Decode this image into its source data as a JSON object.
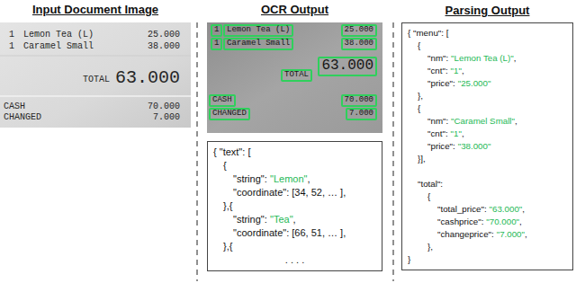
{
  "diagram": {
    "nodes": [
      {
        "text": [
          "Input Document Image",
          "1",
          "Lemon Tea (L)",
          "25.000",
          "1",
          "Caramel Small",
          "38.000",
          "TOTAL",
          "63.000",
          "CASH",
          "70.000",
          "CHANGED",
          "7.000"
        ]
      },
      {
        "text": [
          "OCR Output"
        ]
      },
      {
        "text": [
          "1"
        ],
        "in": 1
      },
      {
        "text": [
          "Lemon Tea (L)"
        ],
        "in": 1
      },
      {
        "text": [
          "25.000"
        ],
        "in": 1
      },
      {
        "text": [
          "1"
        ],
        "in": 1
      },
      {
        "text": [
          "Caramel Small"
        ],
        "in": 1
      },
      {
        "text": [
          "38.000"
        ],
        "in": 1
      },
      {
        "text": [
          "TOTAL"
        ],
        "in": 1
      },
      {
        "text": [
          "63.000"
        ],
        "in": 1
      },
      {
        "text": [
          "CASH"
        ],
        "in": 1
      },
      {
        "text": [
          "70.000"
        ],
        "in": 1
      },
      {
        "text": [
          "CHANGED"
        ],
        "in": 1
      },
      {
        "text": [
          "7.000"
        ],
        "in": 1
      },
      {
        "text": [
          "{ \"text\": [",
          "{",
          "\"string\":",
          "\"Lemon\"",
          ",",
          "\"coordinate\": [34, 52, … ],",
          "},{",
          "\"string\":",
          "\"Tea\"",
          ",",
          "\"coordinate\": [66, 51, … ],",
          "},{",
          ". . . ."
        ]
      },
      {
        "text": [
          "Parsing Output",
          "{ \"menu\": [",
          "{",
          "\"nm\":",
          "\"Lemon Tea (L)\"",
          ",",
          "\"cnt\":",
          "\"1\"",
          ",",
          "\"price\":",
          "\"25.000\"",
          "},",
          "{",
          "\"nm\":",
          "\"Caramel Small\"",
          ",",
          "\"cnt\":",
          "\"1\"",
          ",",
          "\"price\":",
          "\"38.000\"",
          "}],",
          "\"total\":",
          "{",
          "\"total_price\":",
          "\"63.000\"",
          ",",
          "\"cashprice\":",
          "\"70.000\"",
          ",",
          "\"changeprice\":",
          "\"7.000\"",
          ",",
          "},",
          "}"
        ]
      }
    ]
  }
}
